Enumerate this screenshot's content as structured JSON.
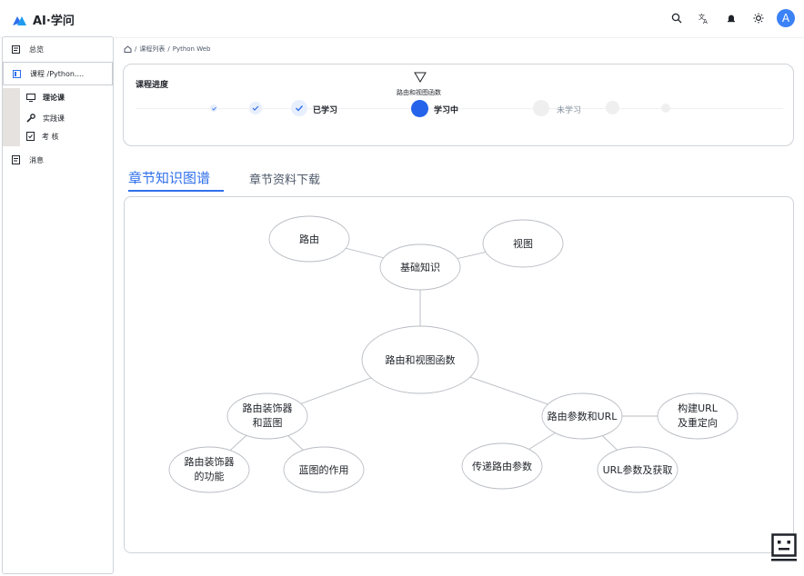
{
  "app": {
    "name": "AI·学问"
  },
  "header": {
    "icons": [
      "search-icon",
      "translate-icon",
      "bell-icon",
      "sun-icon"
    ],
    "avatar_letter": "A"
  },
  "sidebar": {
    "items": [
      {
        "label": "总览",
        "icon": "dashboard-icon"
      },
      {
        "label": "课程 /Python....",
        "icon": "book-icon"
      },
      {
        "label": "消息",
        "icon": "message-icon"
      }
    ],
    "sub_items": [
      {
        "label": "理论课",
        "icon": "monitor-icon"
      },
      {
        "label": "实践课",
        "icon": "wrench-icon"
      },
      {
        "label": "考  核",
        "icon": "exam-icon"
      }
    ]
  },
  "breadcrumb": {
    "items": [
      "课程列表",
      "Python Web"
    ],
    "separator": "/"
  },
  "progress": {
    "title": "课程进度",
    "current_marker": "路由和视图函数",
    "learned_label": "已学习",
    "current_label": "学习中",
    "unlearned_label": "未学习",
    "colors": {
      "current": "#2563eb",
      "learned_bg": "#e8effc",
      "check": "#2f6feb",
      "unlearned": "#ececec"
    }
  },
  "tabs": [
    {
      "label": "章节知识图谱",
      "active": true
    },
    {
      "label": "章节资料下载",
      "active": false
    }
  ],
  "knowledge_map": {
    "nodes": [
      {
        "id": "n1",
        "label": "路由"
      },
      {
        "id": "n2",
        "label": "基础知识"
      },
      {
        "id": "n3",
        "label": "视图"
      },
      {
        "id": "n4",
        "label": "路由和视图函数"
      },
      {
        "id": "n5",
        "label": "路由装饰器",
        "label2": "和蓝图"
      },
      {
        "id": "n6",
        "label": "路由参数和URL"
      },
      {
        "id": "n7",
        "label": "构建URL",
        "label2": "及重定向"
      },
      {
        "id": "n8",
        "label": "路由装饰器",
        "label2": "的功能"
      },
      {
        "id": "n9",
        "label": "蓝图的作用"
      },
      {
        "id": "n10",
        "label": "传递路由参数"
      },
      {
        "id": "n11",
        "label": "URL参数及获取"
      }
    ],
    "edges": [
      [
        "n1",
        "n2"
      ],
      [
        "n3",
        "n2"
      ],
      [
        "n2",
        "n4"
      ],
      [
        "n4",
        "n5"
      ],
      [
        "n4",
        "n6"
      ],
      [
        "n6",
        "n7"
      ],
      [
        "n5",
        "n8"
      ],
      [
        "n5",
        "n9"
      ],
      [
        "n6",
        "n10"
      ],
      [
        "n6",
        "n11"
      ]
    ]
  }
}
